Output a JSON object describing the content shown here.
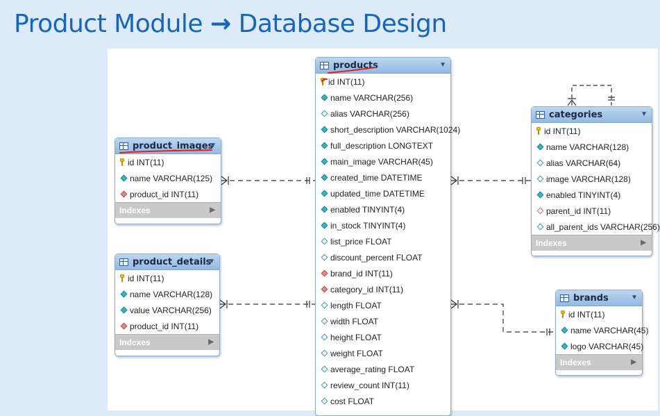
{
  "title": {
    "left": "Product Module",
    "arrow": "→",
    "right": "Database Design"
  },
  "icons": {
    "pk": "key-icon",
    "nn": "filled-diamond-icon",
    "null": "empty-diamond-icon",
    "fk": "red-diamond-icon",
    "fknull": "empty-red-diamond-icon"
  },
  "colors": {
    "title": "#1565c0",
    "table_header": "#93b9e2",
    "indexes_bar": "#c9c9c9",
    "annotation": "#e0201a"
  },
  "tables": {
    "products": {
      "name": "products",
      "columns": [
        {
          "text": "id INT(11)",
          "icon": "pk"
        },
        {
          "text": "name VARCHAR(256)",
          "icon": "nn"
        },
        {
          "text": "alias VARCHAR(256)",
          "icon": "null"
        },
        {
          "text": "short_description VARCHAR(1024)",
          "icon": "nn"
        },
        {
          "text": "full_description LONGTEXT",
          "icon": "nn"
        },
        {
          "text": "main_image VARCHAR(45)",
          "icon": "nn"
        },
        {
          "text": "created_time DATETIME",
          "icon": "nn"
        },
        {
          "text": "updated_time DATETIME",
          "icon": "nn"
        },
        {
          "text": "enabled TINYINT(4)",
          "icon": "nn"
        },
        {
          "text": "in_stock TINYINT(4)",
          "icon": "nn"
        },
        {
          "text": "list_price FLOAT",
          "icon": "null"
        },
        {
          "text": "discount_percent FLOAT",
          "icon": "null"
        },
        {
          "text": "brand_id INT(11)",
          "icon": "fk"
        },
        {
          "text": "category_id INT(11)",
          "icon": "fk"
        },
        {
          "text": "length FLOAT",
          "icon": "null"
        },
        {
          "text": "width FLOAT",
          "icon": "null"
        },
        {
          "text": "height FLOAT",
          "icon": "null"
        },
        {
          "text": "weight FLOAT",
          "icon": "null"
        },
        {
          "text": "average_rating FLOAT",
          "icon": "null"
        },
        {
          "text": "review_count INT(11)",
          "icon": "null"
        },
        {
          "text": "cost FLOAT",
          "icon": "null"
        }
      ]
    },
    "product_images": {
      "name": "product_images",
      "indexes": "Indexes",
      "columns": [
        {
          "text": "id INT(11)",
          "icon": "pk"
        },
        {
          "text": "name VARCHAR(125)",
          "icon": "nn"
        },
        {
          "text": "product_id INT(11)",
          "icon": "fk"
        }
      ]
    },
    "product_details": {
      "name": "product_details",
      "indexes": "Indexes",
      "columns": [
        {
          "text": "id INT(11)",
          "icon": "pk"
        },
        {
          "text": "name VARCHAR(128)",
          "icon": "nn"
        },
        {
          "text": "value VARCHAR(256)",
          "icon": "nn"
        },
        {
          "text": "product_id INT(11)",
          "icon": "fk"
        }
      ]
    },
    "categories": {
      "name": "categories",
      "indexes": "Indexes",
      "columns": [
        {
          "text": "id INT(11)",
          "icon": "pk"
        },
        {
          "text": "name VARCHAR(128)",
          "icon": "nn"
        },
        {
          "text": "alias VARCHAR(64)",
          "icon": "null"
        },
        {
          "text": "image VARCHAR(128)",
          "icon": "null"
        },
        {
          "text": "enabled TINYINT(4)",
          "icon": "nn"
        },
        {
          "text": "parent_id INT(11)",
          "icon": "fknull"
        },
        {
          "text": "all_parent_ids VARCHAR(256)",
          "icon": "null"
        }
      ]
    },
    "brands": {
      "name": "brands",
      "indexes": "Indexes",
      "columns": [
        {
          "text": "id INT(11)",
          "icon": "pk"
        },
        {
          "text": "name VARCHAR(45)",
          "icon": "nn"
        },
        {
          "text": "logo VARCHAR(45)",
          "icon": "nn"
        }
      ]
    }
  }
}
